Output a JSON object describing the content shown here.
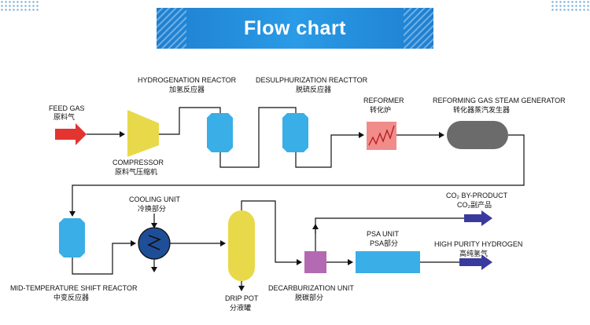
{
  "title": "Flow chart",
  "labels": {
    "feed_gas": {
      "en": "FEED GAS",
      "cn": "原料气"
    },
    "compressor": {
      "en": "COMPRESSOR",
      "cn": "原料气压缩机"
    },
    "hydrogenation": {
      "en": "HYDROGENATION REACTOR",
      "cn": "加氢反应器"
    },
    "desulphurization": {
      "en": "DESULPHURIZATION REACTTOR",
      "cn": "脱硫反应器"
    },
    "reformer": {
      "en": "REFORMER",
      "cn": "转化炉"
    },
    "steam_gen": {
      "en": "REFORMING GAS STEAM GENERATOR",
      "cn": "转化器蒸汽发生器"
    },
    "mid_shift": {
      "en": "MID-TEMPERATURE SHIFT REACTOR",
      "cn": "中变反应器"
    },
    "cooling": {
      "en": "COOLING UNIT",
      "cn": "冷换部分"
    },
    "drip_pot": {
      "en": "DRIP POT",
      "cn": "分液罐"
    },
    "decarb": {
      "en": "DECARBURIZATION UNIT",
      "cn": "脱碳部分"
    },
    "psa": {
      "en": "PSA UNIT",
      "cn": "PSA部分"
    },
    "co2": {
      "en": "CO₂ BY-PRODUCT",
      "cn": "CO₂副产品"
    },
    "hydrogen": {
      "en": "HIGH PURITY HYDROGEN",
      "cn": "高纯氢气"
    }
  },
  "colors": {
    "banner": "#1e7fd0",
    "vessel": "#3aaee6",
    "compressor": "#e8d94a",
    "reformer": "#f08c8a",
    "steam_gen": "#6b6b6b",
    "cooling": "#1f4e99",
    "drip_pot": "#e8d94a",
    "decarb": "#b46ab2",
    "psa": "#3aaee6",
    "feed_arrow": "#e3342f",
    "out_arrow": "#3a3a9e"
  }
}
